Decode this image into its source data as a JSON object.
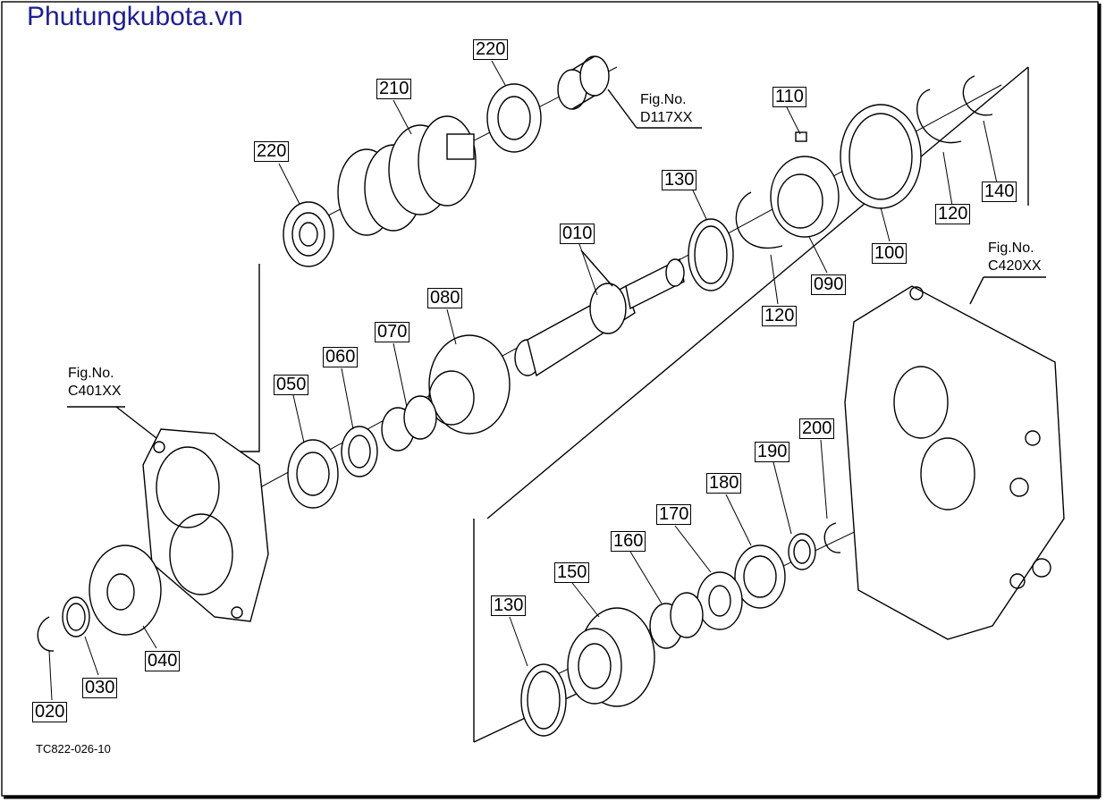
{
  "brand": "Phutungkubota.vn",
  "drawing_code": "TC822-026-10",
  "callouts": {
    "p220a": "220",
    "p220b": "220",
    "p210": "210",
    "p110": "110",
    "p130a": "130",
    "p010": "010",
    "p140": "140",
    "p120a": "120",
    "p100": "100",
    "p090": "090",
    "p120b": "120",
    "p080": "080",
    "p070": "070",
    "p060": "060",
    "p050": "050",
    "p040": "040",
    "p030": "030",
    "p020": "020",
    "p200": "200",
    "p190": "190",
    "p180": "180",
    "p170": "170",
    "p160": "160",
    "p150": "150",
    "p130b": "130"
  },
  "figure_refs": {
    "d117": {
      "line1": "Fig.No.",
      "line2": "D117XX"
    },
    "c420": {
      "line1": "Fig.No.",
      "line2": "C420XX"
    },
    "c401": {
      "line1": "Fig.No.",
      "line2": "C401XX"
    }
  }
}
